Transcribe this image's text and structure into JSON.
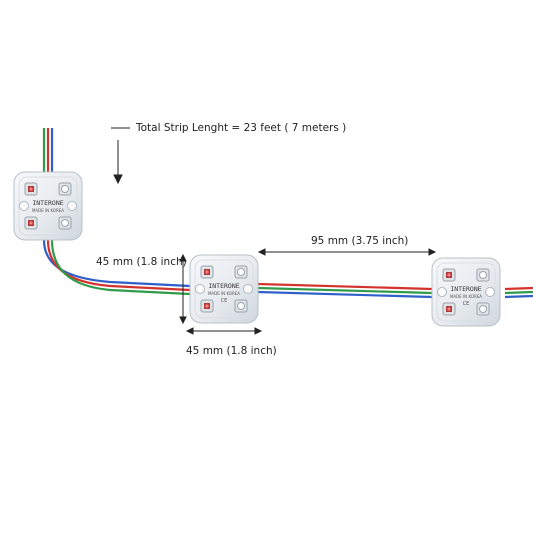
{
  "annotations": {
    "total_length": "Total Strip Lenght = 23 feet ( 7 meters )",
    "height_dim": "45 mm (1.8 inch)",
    "width_dim": "45 mm (1.8 inch)",
    "spacing_dim": "95 mm (3.75 inch)"
  },
  "module": {
    "brand_text": "INTERONE",
    "made_in": "MADE IN KOREA",
    "ce_mark": "CE"
  },
  "wire_colors": {
    "red": "#d2332c",
    "green": "#2f9b4b",
    "blue": "#2f5fc8"
  }
}
